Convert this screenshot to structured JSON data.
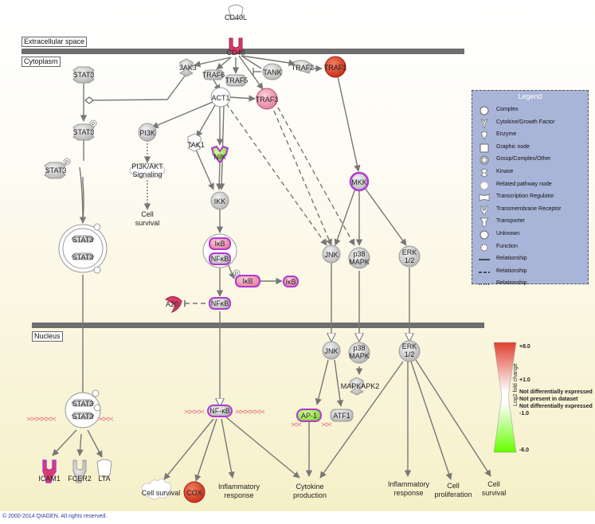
{
  "compartments": {
    "extracellular": "Extracellular space",
    "cytoplasm": "Cytoplasm",
    "nucleus": "Nucleus"
  },
  "nodes": {
    "cd40l": "CD40L",
    "cd40": "CD40",
    "jak3": "JAK3",
    "traf6": "TRAF6",
    "traf5": "TRAF5",
    "tank": "TANK",
    "traf2": "TRAF2",
    "traf1": "TRAF1",
    "stat3_a": "STAT3",
    "stat3_b": "STAT3",
    "stat3_c": "STAT3",
    "stat3_dimer_top": "STAT3",
    "stat3_dimer_bot": "STAT3",
    "act1": "ACT1",
    "traf3": "TRAF3",
    "pi3k": "PI3K",
    "pi3k_akt_line1": "PI3K/AKT",
    "pi3k_akt_line2": "Signaling",
    "cell_survival_cyto_1": "Cell",
    "cell_survival_cyto_2": "survival",
    "tak1": "TAK1",
    "nik": "NIK",
    "ikk": "IKK",
    "ikb_complex": "IκB",
    "nfkb_complex": "NFκB",
    "ikb_p": "IκB",
    "ikb_deg": "IκB",
    "a20": "A20",
    "nfkb_cyto": "NFκB",
    "mkk": "MKK",
    "jnk_cyto": "JNK",
    "p38_cyto_1": "p38",
    "p38_cyto_2": "MAPK",
    "erk_cyto_1": "ERK",
    "erk_cyto_2": "1/2",
    "stat3_nuc_top": "STAT3",
    "stat3_nuc_bot": "STAT3",
    "nfkb_nuc": "NF-κB",
    "jnk_nuc": "JNK",
    "p38_nuc_1": "p38",
    "p38_nuc_2": "MAPK",
    "erk_nuc_1": "ERK",
    "erk_nuc_2": "1/2",
    "mapkapk2": "MAPKAPK2",
    "ap1": "AP-1",
    "atf1": "ATF1",
    "icam1": "ICAM1",
    "fcer2": "FCER2",
    "lta": "LTA",
    "cell_survival_out": "Cell survival",
    "cox": "COX",
    "inflam_resp_1_a": "Inflammatory",
    "inflam_resp_1_b": "response",
    "cytokine_prod_a": "Cytokine",
    "cytokine_prod_b": "production",
    "inflam_resp_2_a": "Inflammatory",
    "inflam_resp_2_b": "response",
    "cell_prolif_a": "Cell",
    "cell_prolif_b": "proliferation",
    "cell_survival_2_a": "Cell",
    "cell_survival_2_b": "survival",
    "phospho": "P"
  },
  "legend": {
    "title": "Legend",
    "items": [
      {
        "label": "Complex",
        "icon": "complex-icon"
      },
      {
        "label": "Cytokine/Growth Factor",
        "icon": "cytokine-icon"
      },
      {
        "label": "Enzyme",
        "icon": "enzyme-icon"
      },
      {
        "label": "Graphic node",
        "icon": "graphic-node-icon"
      },
      {
        "label": "Group/Complex/Other",
        "icon": "group-icon"
      },
      {
        "label": "Kinase",
        "icon": "kinase-icon"
      },
      {
        "label": "Related pathway node",
        "icon": "related-pathway-icon"
      },
      {
        "label": "Transcription Regulator",
        "icon": "transcription-regulator-icon"
      },
      {
        "label": "Transmembrane Receptor",
        "icon": "transmembrane-receptor-icon"
      },
      {
        "label": "Transporter",
        "icon": "transporter-icon"
      },
      {
        "label": "Unknown",
        "icon": "unknown-icon"
      },
      {
        "label": "Function",
        "icon": "function-icon"
      },
      {
        "label": "Relationship",
        "icon": "solid-line-icon"
      },
      {
        "label": "Relationship",
        "icon": "dashed-line-icon"
      },
      {
        "label": "Relationship",
        "icon": "dotted-line-icon"
      }
    ]
  },
  "scale": {
    "title": "Log2 fold change",
    "top": "+8.0",
    "plus1": "+1.0",
    "nd1": "Not differentially expressed",
    "np": "Not present in dataset",
    "nd2": "Not differentially expressed",
    "minus1": "-1.0",
    "bottom": "-6.0",
    "colors": {
      "up": "#e04030",
      "mid": "#ffffff",
      "down": "#66ff00"
    }
  },
  "colors": {
    "membrane": "#6e6e6e",
    "node_gray": "#c8c8c8",
    "node_purple": "#b03ad0",
    "red_strong": "#d9402c",
    "pink": "#f08aa8",
    "green": "#8be046"
  },
  "copyright": "© 2000-2014 QIAGEN. All rights reserved."
}
